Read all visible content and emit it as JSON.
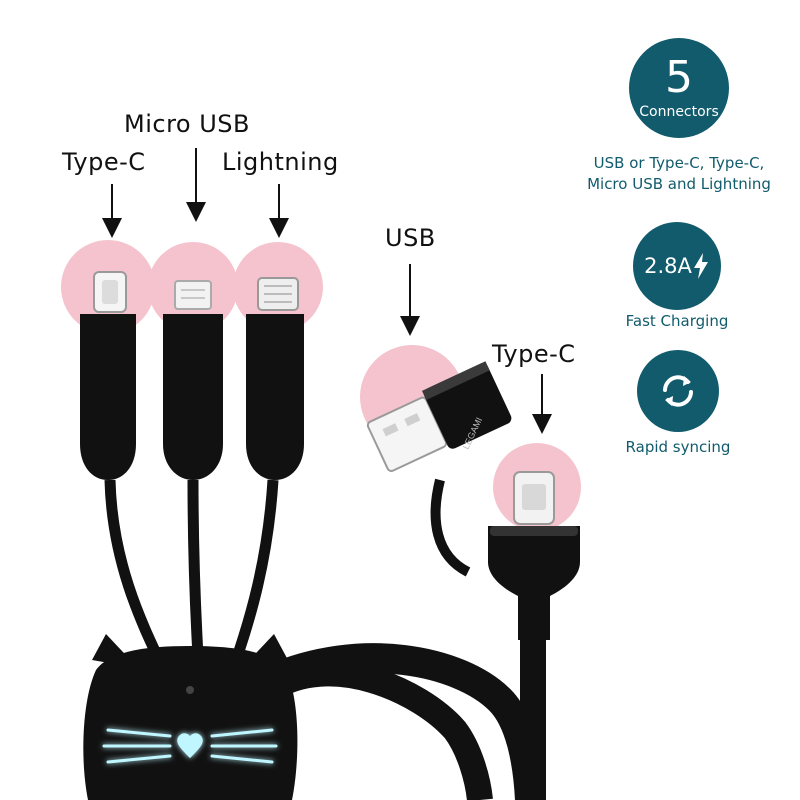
{
  "labels": {
    "micro_usb": "Micro USB",
    "type_c_left": "Type-C",
    "lightning": "Lightning",
    "usb": "USB",
    "type_c_right": "Type-C"
  },
  "brand": "LEGAMI",
  "features": [
    {
      "number": "5",
      "title": "Connectors",
      "caption_line1": "USB or Type-C, Type-C,",
      "caption_line2": "Micro USB and Lightning",
      "icon": "number-badge"
    },
    {
      "badge": "2.8A",
      "caption": "Fast Charging",
      "icon": "lightning-bolt-icon"
    },
    {
      "caption": "Rapid syncing",
      "icon": "sync-arrows-icon"
    }
  ],
  "colors": {
    "accent": "#115b6c",
    "highlight": "#f4c3ce",
    "cable": "#111111",
    "glow": "#bff6ff"
  }
}
